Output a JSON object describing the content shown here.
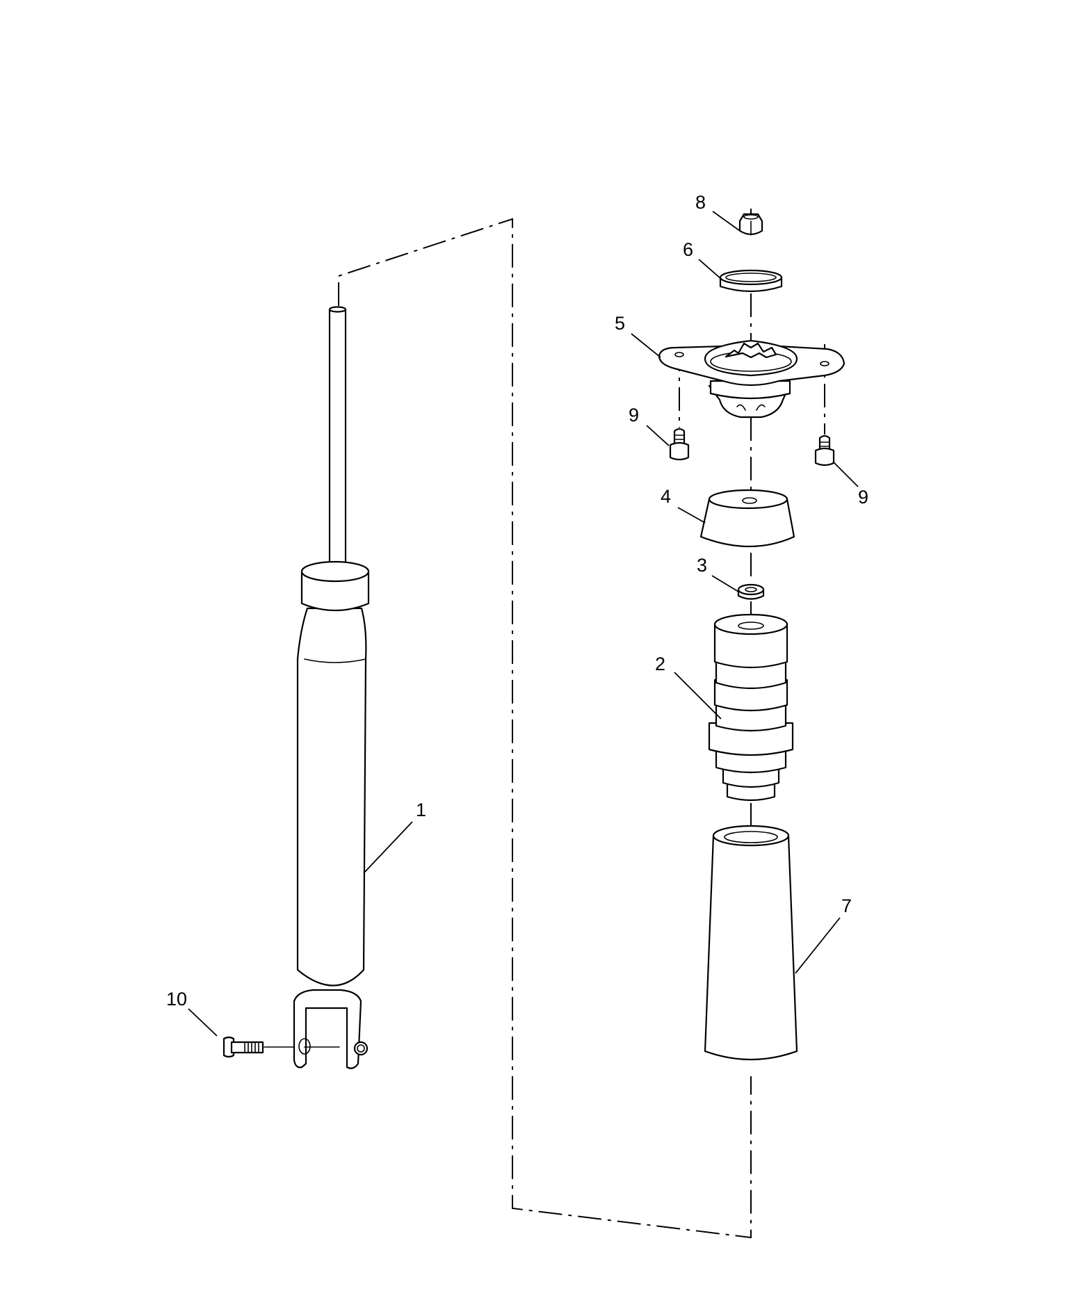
{
  "diagram": {
    "colors": {
      "line": "#000000",
      "background": "#ffffff"
    },
    "callouts": {
      "c1": "1",
      "c2": "2",
      "c3": "3",
      "c4": "4",
      "c5": "5",
      "c6": "6",
      "c7": "7",
      "c8": "8",
      "c9a": "9",
      "c9b": "9",
      "c10": "10"
    }
  }
}
